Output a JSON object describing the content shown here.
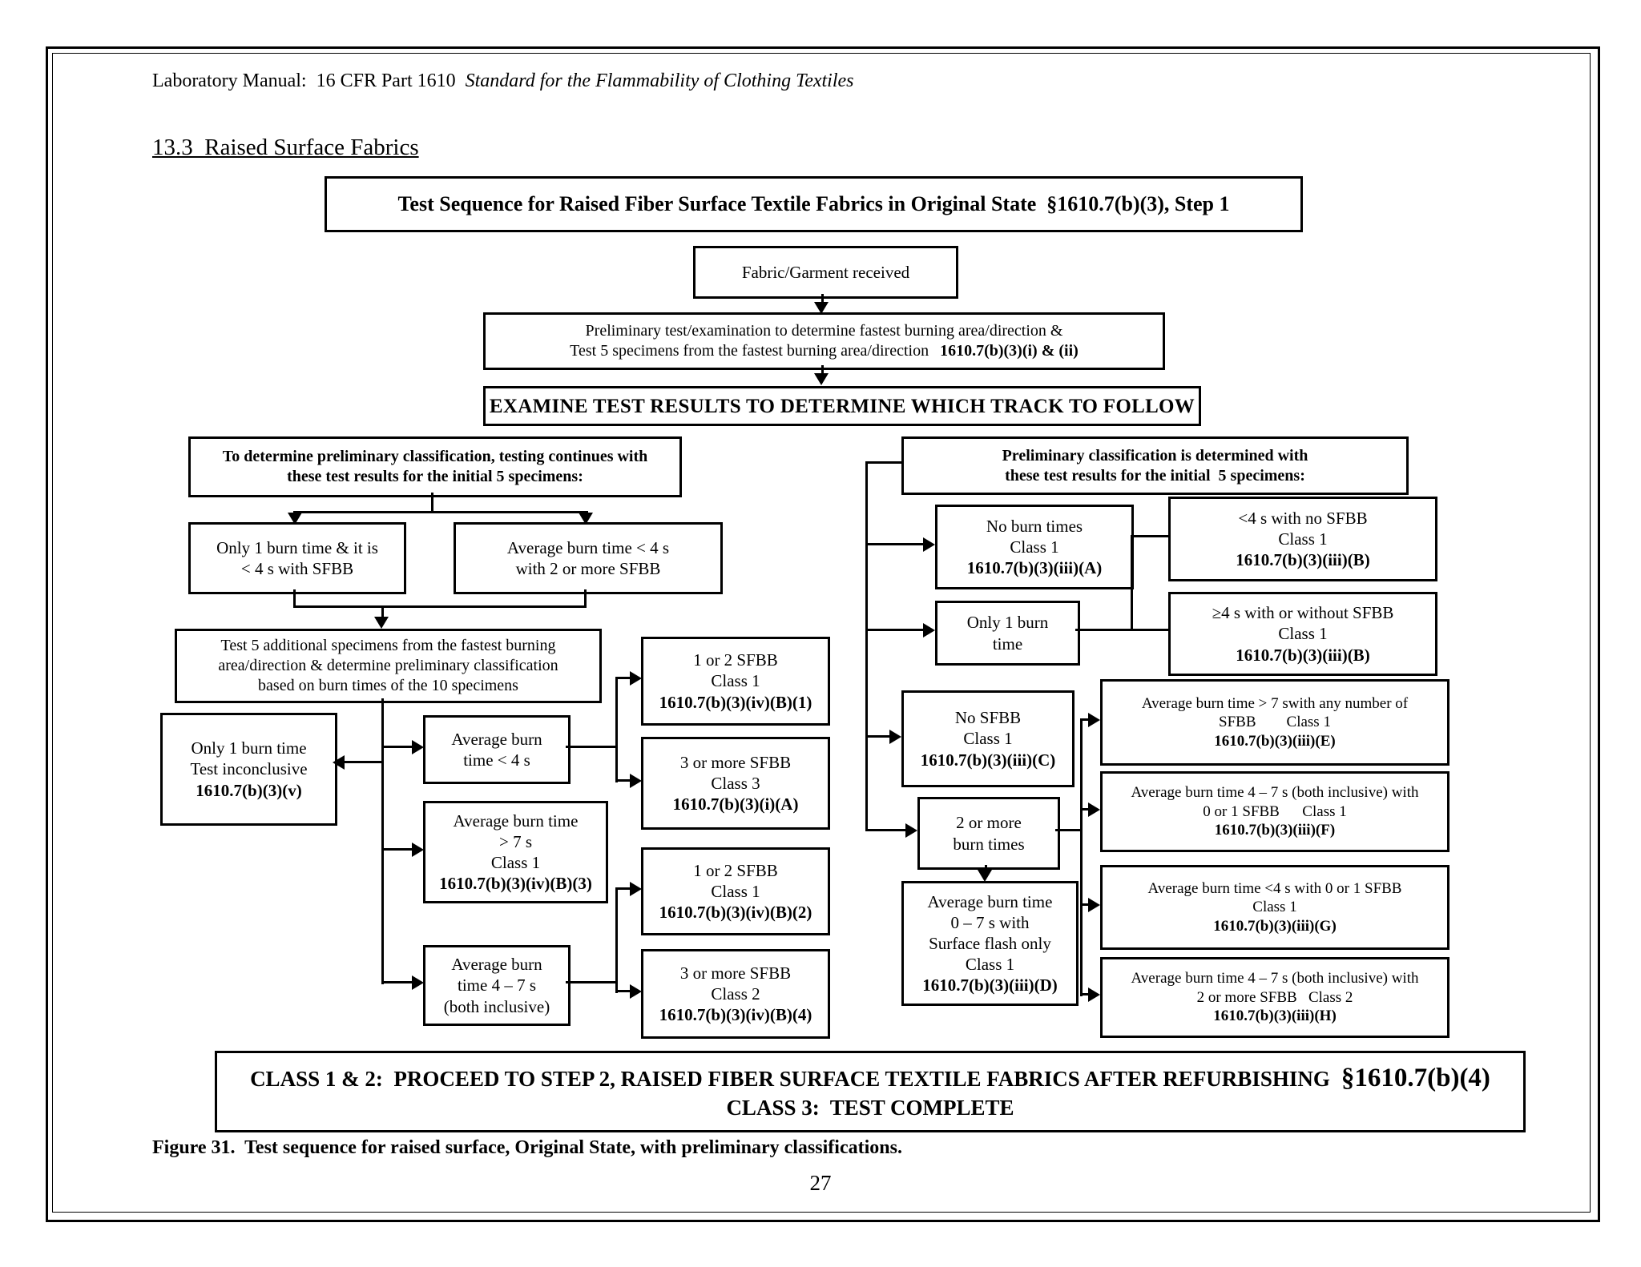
{
  "doc": {
    "header_prefix": "Laboratory Manual:  16 CFR Part 1610  ",
    "header_italic": "Standard for the Flammability of Clothing Textiles",
    "section_heading": "13.3  Raised Surface Fabrics",
    "figure_caption": "Figure 31.  Test sequence for raised surface, Original State, with preliminary classifications.",
    "page_number": "27"
  },
  "fc": {
    "title": "Test Sequence for Raised Fiber Surface Textile Fabrics in Original State  §1610.7(b)(3), Step 1",
    "banner": {
      "line1": "CLASS 1 & 2:  PROCEED TO STEP 2, RAISED FIBER SURFACE TEXTILE FABRICS AFTER REFURBISHING",
      "cite": "§1610.7(b)(4)",
      "line2": "CLASS 3:  TEST COMPLETE"
    },
    "nodes": {
      "fabric": {
        "lines": [
          "Fabric/Garment received"
        ]
      },
      "prelim": {
        "lines": [
          "Preliminary test/examination to determine fastest burning area/direction &",
          "Test 5 specimens from the fastest burning area/direction"
        ],
        "cite": "1610.7(b)(3)(i) & (ii)"
      },
      "examine": {
        "lines": [
          "EXAMINE TEST RESULTS TO DETERMINE WHICH TRACK TO FOLLOW"
        ]
      },
      "left_header": {
        "lines": [
          "To determine preliminary classification, testing continues with",
          "these test results for the initial 5 specimens:"
        ]
      },
      "right_header": {
        "lines": [
          "Preliminary classification is determined with",
          "these test results for the initial  5 specimens:"
        ]
      },
      "only1_sfbb": {
        "lines": [
          "Only 1 burn time & it is",
          "< 4 s with SFBB"
        ]
      },
      "avg_lt4_2sfbb": {
        "lines": [
          "Average burn time < 4 s",
          "with 2 or more SFBB"
        ]
      },
      "test5": {
        "lines": [
          "Test 5 additional specimens from the fastest burning",
          "area/direction & determine preliminary classification",
          "based on burn times of the 10 specimens"
        ]
      },
      "inconclusive": {
        "lines": [
          "Only 1 burn time",
          "Test inconclusive"
        ],
        "cite": "1610.7(b)(3)(v)"
      },
      "avg_lt4": {
        "lines": [
          "Average burn",
          "time < 4 s"
        ]
      },
      "avg_gt7": {
        "lines": [
          "Average burn time",
          "> 7 s",
          "Class 1"
        ],
        "cite": "1610.7(b)(3)(iv)(B)(3)"
      },
      "avg_4_7": {
        "lines": [
          "Average burn",
          "time 4 – 7 s",
          "(both inclusive)"
        ]
      },
      "d1": {
        "lines": [
          "1 or 2 SFBB",
          "Class 1"
        ],
        "cite": "1610.7(b)(3)(iv)(B)(1)"
      },
      "d2": {
        "lines": [
          "3 or more SFBB",
          "Class 3"
        ],
        "cite": "1610.7(b)(3)(i)(A)"
      },
      "d3": {
        "lines": [
          "1 or 2 SFBB",
          "Class 1"
        ],
        "cite": "1610.7(b)(3)(iv)(B)(2)"
      },
      "d4": {
        "lines": [
          "3 or more SFBB",
          "Class 2"
        ],
        "cite": "1610.7(b)(3)(iv)(B)(4)"
      },
      "no_burn": {
        "lines": [
          "No burn times",
          "Class 1"
        ],
        "cite": "1610.7(b)(3)(iii)(A)"
      },
      "only1_burn": {
        "lines": [
          "Only 1 burn",
          "time"
        ]
      },
      "no_sfbb": {
        "lines": [
          "No SFBB",
          "Class 1"
        ],
        "cite": "1610.7(b)(3)(iii)(C)"
      },
      "two_plus": {
        "lines": [
          "2 or more",
          "burn times"
        ]
      },
      "avg_0_7_surface": {
        "lines": [
          "Average burn time",
          "0 – 7 s with",
          "Surface flash only",
          "Class 1"
        ],
        "cite": "1610.7(b)(3)(iii)(D)"
      },
      "f1": {
        "lines": [
          "<4 s with no SFBB",
          "Class 1"
        ],
        "cite": "1610.7(b)(3)(iii)(B)"
      },
      "f2": {
        "lines": [
          "≥4 s with or without SFBB",
          "Class 1"
        ],
        "cite": "1610.7(b)(3)(iii)(B)"
      },
      "g1": {
        "lines": [
          "Average burn time > 7 swith any number of",
          "SFBB        Class 1"
        ],
        "cite": "1610.7(b)(3)(iii)(E)"
      },
      "g2": {
        "lines": [
          "Average burn time 4 – 7 s (both inclusive) with",
          "0 or 1 SFBB      Class 1"
        ],
        "cite": "1610.7(b)(3)(iii)(F)"
      },
      "g3": {
        "lines": [
          "Average burn time <4 s with 0 or 1 SFBB",
          "Class 1"
        ],
        "cite": "1610.7(b)(3)(iii)(G)"
      },
      "g4": {
        "lines": [
          "Average burn time 4 – 7 s (both inclusive) with",
          "2 or more SFBB   Class 2"
        ],
        "cite": "1610.7(b)(3)(iii)(H)"
      }
    }
  }
}
